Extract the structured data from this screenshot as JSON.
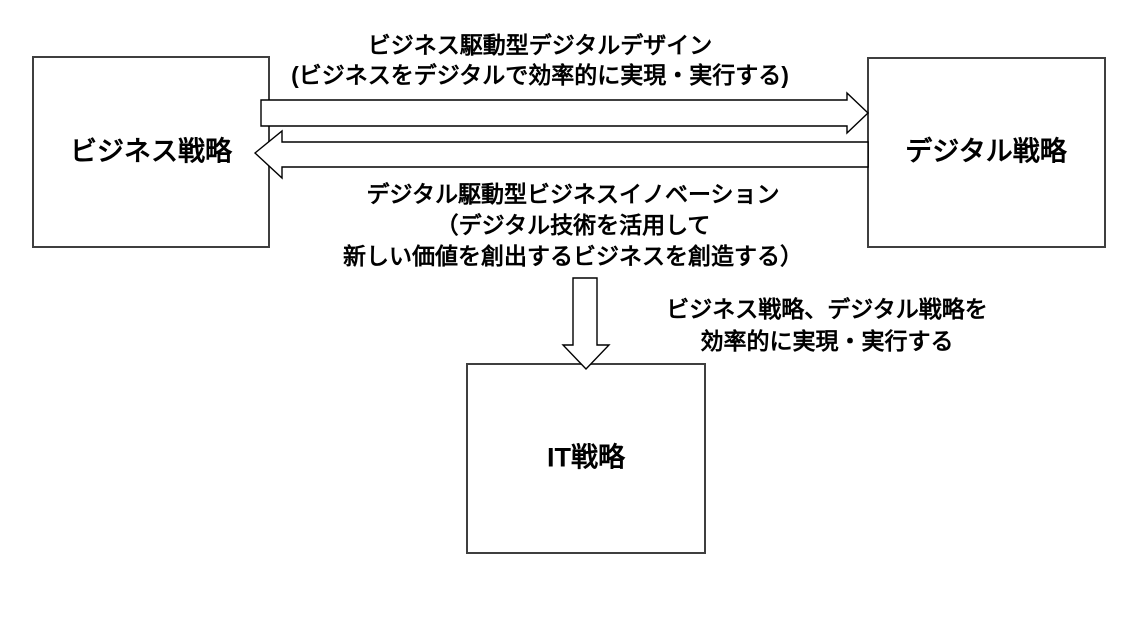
{
  "colors": {
    "background": "#ffffff",
    "box_border": "#3f3f3f",
    "arrow_outline": "#000000",
    "text": "#000000"
  },
  "nodes": {
    "business": {
      "label": "ビジネス戦略"
    },
    "digital": {
      "label": "デジタル戦略"
    },
    "it": {
      "label": "IT戦略"
    }
  },
  "edges": {
    "business_to_digital": {
      "direction": "right",
      "label_line1": "ビジネス駆動型デジタルデザイン",
      "label_line2": "(ビジネスをデジタルで効率的に実現・実行する)"
    },
    "digital_to_business": {
      "direction": "left",
      "label_line1": "デジタル駆動型ビジネスイノベーション",
      "label_line2": "（デジタル技術を活用して",
      "label_line3": "新しい価値を創出するビジネスを創造する）"
    },
    "strategies_to_it": {
      "direction": "down",
      "label_line1": "ビジネス戦略、デジタル戦略を",
      "label_line2": "効率的に実現・実行する"
    }
  }
}
